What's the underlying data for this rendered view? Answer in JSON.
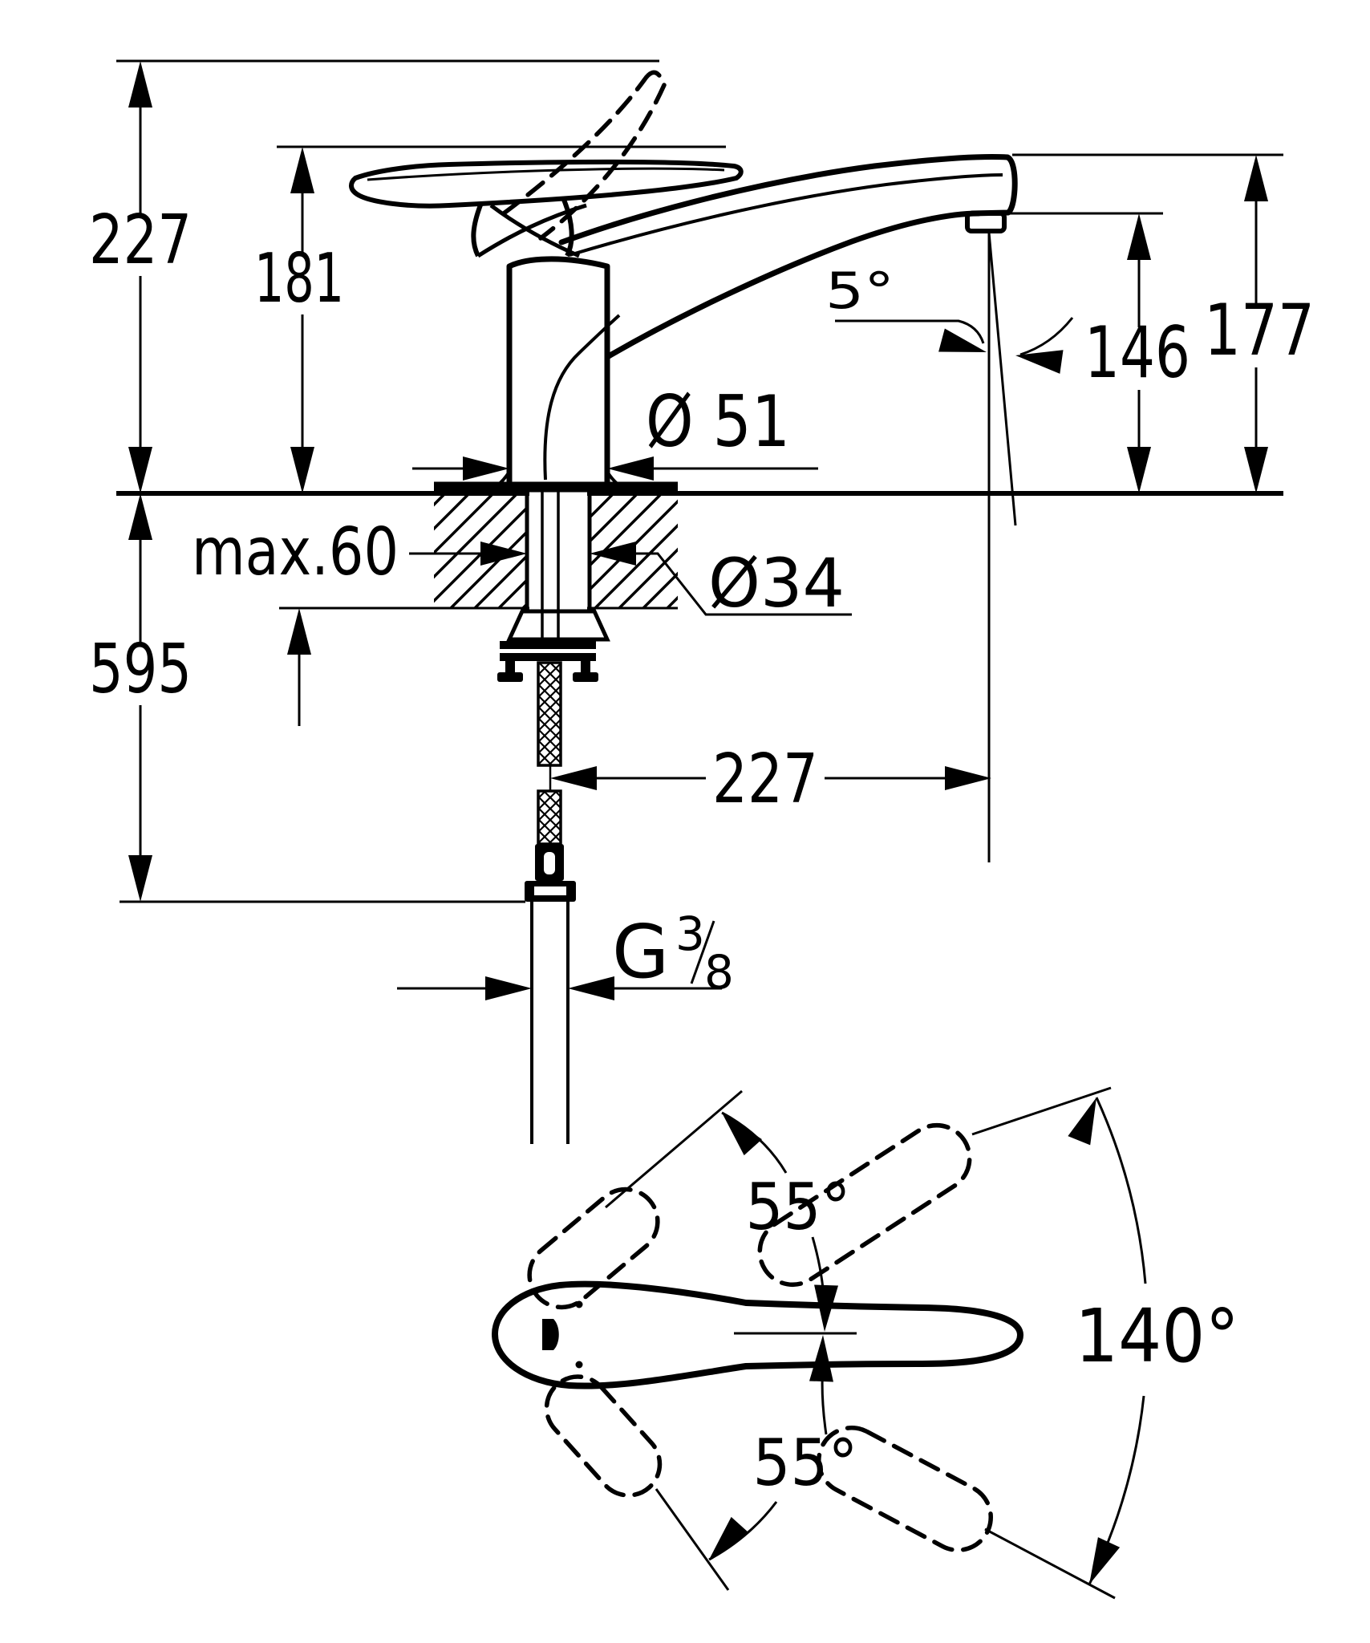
{
  "side_view": {
    "overall_height": "227",
    "handle_height": "181",
    "spout_height": "177",
    "outlet_height": "146",
    "outlet_angle": "5°",
    "body_diameter": "Ø 51",
    "shank_diameter": "Ø34",
    "max_counter_thickness": "max.60",
    "hose_length": "595",
    "spout_reach": "227",
    "thread": {
      "prefix": "G",
      "numerator": "3",
      "denominator": "8"
    }
  },
  "top_view": {
    "swivel_upper": "55°",
    "swivel_lower": "55°",
    "swivel_total": "140°"
  },
  "colors": {
    "ink": "#000000",
    "paper": "#ffffff"
  }
}
